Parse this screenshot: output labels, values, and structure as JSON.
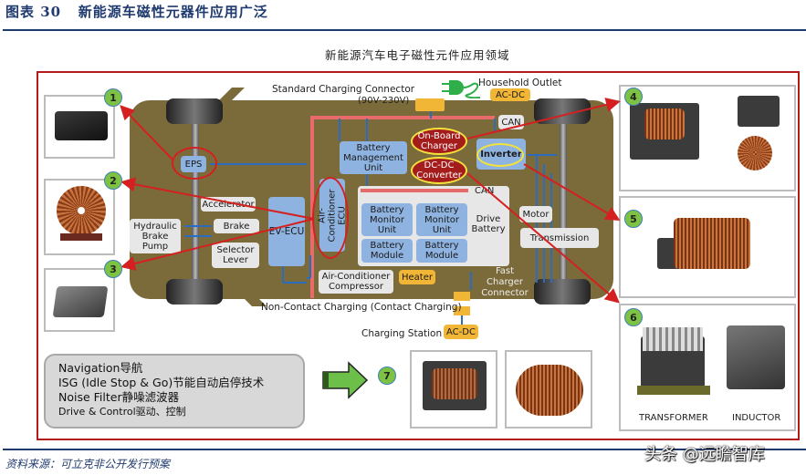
{
  "figure": {
    "label": "图表 30",
    "title": "新能源车磁性元器件应用广泛",
    "diagram_title": "新能源汽车电子磁性元件应用领域",
    "source": "资料来源：可立克非公开发行预案",
    "watermark": "头条 @远瞻智库"
  },
  "charging": {
    "standard_connector": "Standard Charging Connector",
    "voltage": "(90V-230V)",
    "household_outlet": "Household Outlet",
    "ac_dc_top": "AC-DC",
    "non_contact": "Non-Contact Charging (Contact Charging)",
    "charging_station": "Charging Station",
    "ac_dc_bottom": "AC-DC",
    "fast_charger": "Fast Charger Connector"
  },
  "blocks": {
    "eps": "EPS",
    "accelerator": "Accelerator",
    "brake": "Brake",
    "hydraulic_pump": "Hydraulic Brake Pump",
    "selector_lever": "Selector Lever",
    "ev_ecu": "EV-ECU",
    "ac_ecu": "Air-Conditioner ECU",
    "ac_compressor": "Air-Conditioner Compressor",
    "heater": "Heater",
    "bmu": "Battery Management Unit",
    "on_board_charger": "On-Board Charger",
    "dc_dc": "DC-DC Converter",
    "inverter": "Inverter",
    "can_top": "CAN",
    "can_mid": "CAN",
    "battery_monitor_1": "Battery Monitor Unit",
    "battery_monitor_2": "Battery Monitor Unit",
    "battery_module_1": "Battery Module",
    "battery_module_2": "Battery Module",
    "drive_battery": "Drive Battery",
    "motor": "Motor",
    "transmission": "Transmission"
  },
  "callouts": [
    "1",
    "2",
    "3",
    "4",
    "5",
    "6",
    "7"
  ],
  "component_captions": {
    "transformer": "TRANSFORMER",
    "inductor": "INDUCTOR"
  },
  "applications": [
    "Navigation导航",
    "ISG (Idle Stop & Go)节能自动启停技术",
    "Noise Filter静噪滤波器",
    "Drive & Control驱动、控制"
  ],
  "colors": {
    "title_blue": "#1f3a6e",
    "frame_red": "#b31b1b",
    "car_body": "#7c6b3a",
    "block_blue": "#8fb3e0",
    "block_orange": "#f2b637",
    "highlight_red": "#a51c1c",
    "highlight_yellow": "#f3e23a",
    "callout_green": "#7dc243"
  }
}
